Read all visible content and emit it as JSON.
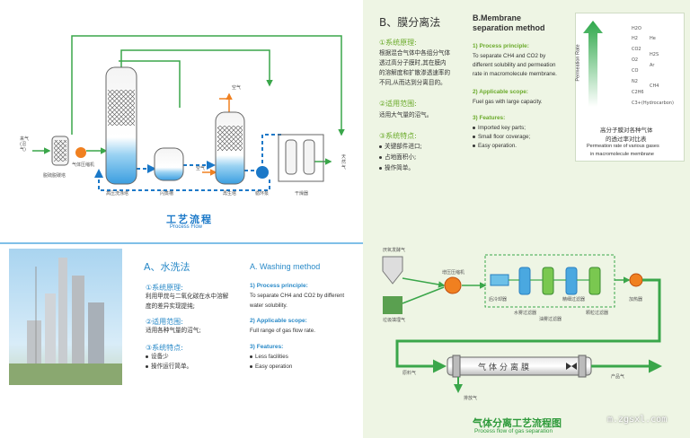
{
  "process_diagram": {
    "title_cn": "工艺流程",
    "title_en": "Process Flow",
    "labels": {
      "inlet_gas": "来气(沼气)",
      "desulfurizer": "脱硫脱碳塔",
      "compressor": "气体压缩机",
      "washing_tower": "高压洗涤塔",
      "flash_tank": "闪蒸槽",
      "regenerator": "再生塔",
      "air_in": "空气",
      "air_out": "空气",
      "circ_pump": "循环泵",
      "dryer": "干燥器",
      "product": "天然气"
    }
  },
  "washing": {
    "title_cn": "A、水洗法",
    "title_en": "A. Washing method",
    "principle_cn_h": "①系统原理:",
    "principle_cn": [
      "利用甲烷与二氧化碳在水中溶解",
      "度的差异实现提纯;"
    ],
    "scope_cn_h": "②适用范围:",
    "scope_cn": "适用各种气量的沼气;",
    "features_cn_h": "③系统特点:",
    "features_cn": [
      "设备少",
      "操作运行简单。"
    ],
    "principle_en_h": "1) Process principle:",
    "principle_en": [
      "To separate CH4 and CO2 by different",
      "water solubility."
    ],
    "scope_en_h": "2) Applicable scope:",
    "scope_en": "Full range of gas flow rate.",
    "features_en_h": "3) Features:",
    "features_en": [
      "Less facilities",
      "Easy operation"
    ]
  },
  "membrane": {
    "title_cn": "B、膜分离法",
    "title_en": [
      "B.Membrane",
      "separation method"
    ],
    "principle_cn_h": "①系统原理:",
    "principle_cn": [
      "根据混合气体中各组分气体",
      "透过高分子膜时,其在膜内",
      "的溶解度和扩散渗透速率的",
      "不同,从而达到分离目的。"
    ],
    "scope_cn_h": "②适用范围:",
    "scope_cn": "适用大气量的沼气。",
    "features_cn_h": "③系统特点:",
    "features_cn": [
      "关键部件进口;",
      "占地面积小;",
      "操作简单。"
    ],
    "principle_en_h": "1) Process principle:",
    "principle_en": [
      "To separate CH4 and CO2 by",
      "different solubility and permeation",
      "rate in macromolecule membrane."
    ],
    "scope_en_h": "2) Applicable scope:",
    "scope_en": "Fuel gas with large capacity.",
    "features_en_h": "3) Features:",
    "features_en": [
      "Imported key parts;",
      "Small floor coverage;",
      "Easy operation."
    ]
  },
  "permeation": {
    "axis_label": "Permeation Rate",
    "gases_left": [
      "H2O",
      "H2",
      "CO2",
      "O2",
      "CO",
      "N2",
      "C2H6",
      "C3+(Hydrocarbon)"
    ],
    "gases_right": [
      "He",
      "H2S",
      "Ar",
      "CH4"
    ],
    "caption_cn": [
      "高分子膜对各种气体",
      "的透过率对比表"
    ],
    "caption_en": [
      "Permeation rate of various gases",
      "in macromolecule membrane"
    ]
  },
  "gas_flow": {
    "title_cn": "气体分离工艺流程图",
    "title_en": "Process flow of gas separation",
    "labels": {
      "gas_source": "厌氧发酵气",
      "landfill": "垃圾填埋气",
      "compressor": "增压压缩机",
      "cooler": "后冷却器",
      "water_filter": "水雾过滤器",
      "oil_filter": "油雾过滤器",
      "fine_filter": "精细过滤器",
      "carbon_filter": "颗粒过滤器",
      "heater": "加热器",
      "feed_gas": "原料气",
      "membrane": "气体分离膜",
      "permeate": "排放气",
      "product_gas": "产品气"
    }
  },
  "watermark": "m.zgsxl.com"
}
